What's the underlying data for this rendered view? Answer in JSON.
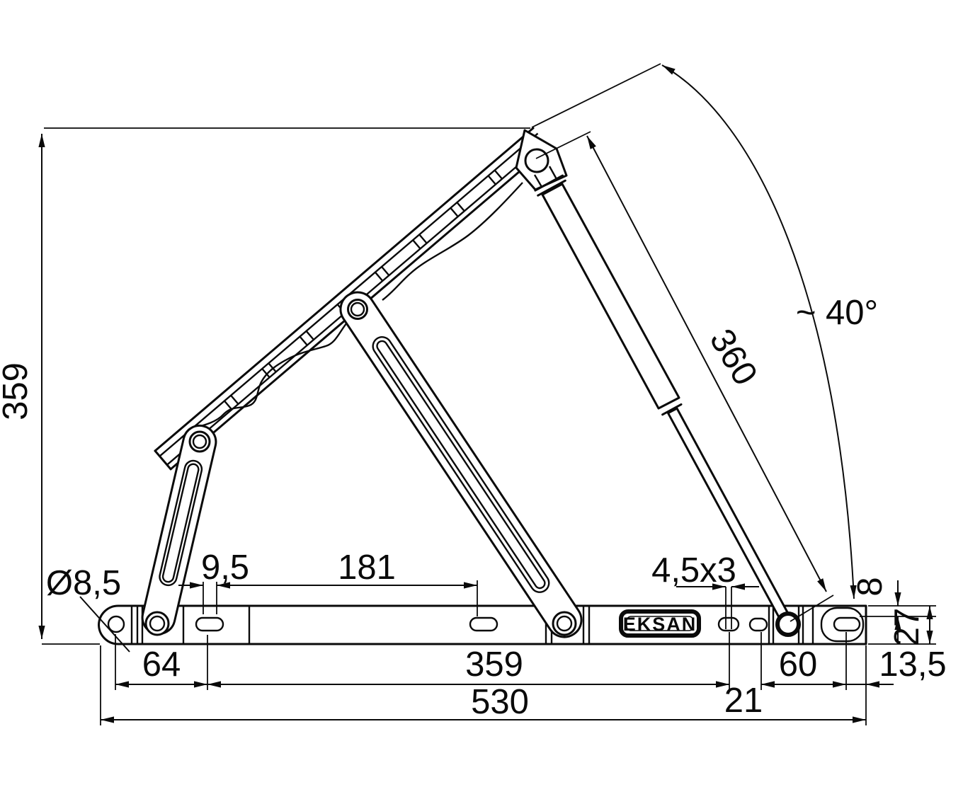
{
  "drawing": {
    "brand": {
      "logo_text": "EKSAN"
    },
    "dims": {
      "overall_height": "359",
      "gas_spring_length": "360",
      "opening_angle": "~ 40°",
      "front_hole_diameter": "Ø8,5",
      "front_slot_pitch": "9,5",
      "slot_distance": "181",
      "screw_hole_spec": "4,5x3",
      "front_offset": "64",
      "slot_span": "359",
      "screw_pitch": "21",
      "rear_span": "60",
      "rear_end_offset": "13,5",
      "overall_length": "530",
      "slot_edge_offset": "8",
      "rail_height": "27"
    }
  }
}
